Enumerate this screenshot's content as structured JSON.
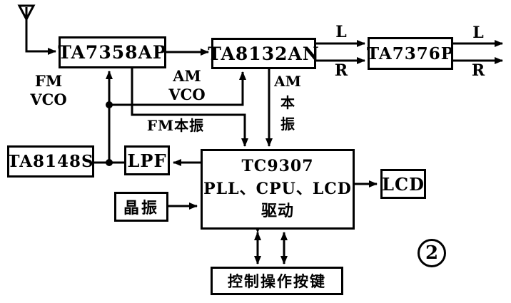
{
  "figure": {
    "number": "2"
  },
  "blocks": {
    "ta7358ap": "TA7358AP",
    "ta8132an": "TA8132AN",
    "ta7376p": "TA7376P",
    "ta8148s": "TA8148S",
    "lpf": "LPF",
    "crystal_osc": "晶振",
    "tc9307": {
      "line1": "TC9307",
      "line2": "PLL、CPU、LCD",
      "line3": "驱动"
    },
    "lcd": "LCD",
    "control_keys": "控制操作按键"
  },
  "labels": {
    "fm_vco": {
      "line1": "FM",
      "line2": "VCO"
    },
    "am_vco": {
      "line1": "AM",
      "line2": "VCO"
    },
    "fm_local_osc": "FM本振",
    "am_local_osc": {
      "line1": "AM",
      "line2": "本",
      "line3": "振"
    },
    "left_channel_in": "L",
    "right_channel_in": "R",
    "left_channel_out": "L",
    "right_channel_out": "R"
  },
  "colors": {
    "line": "#000000",
    "background": "#ffffff"
  }
}
